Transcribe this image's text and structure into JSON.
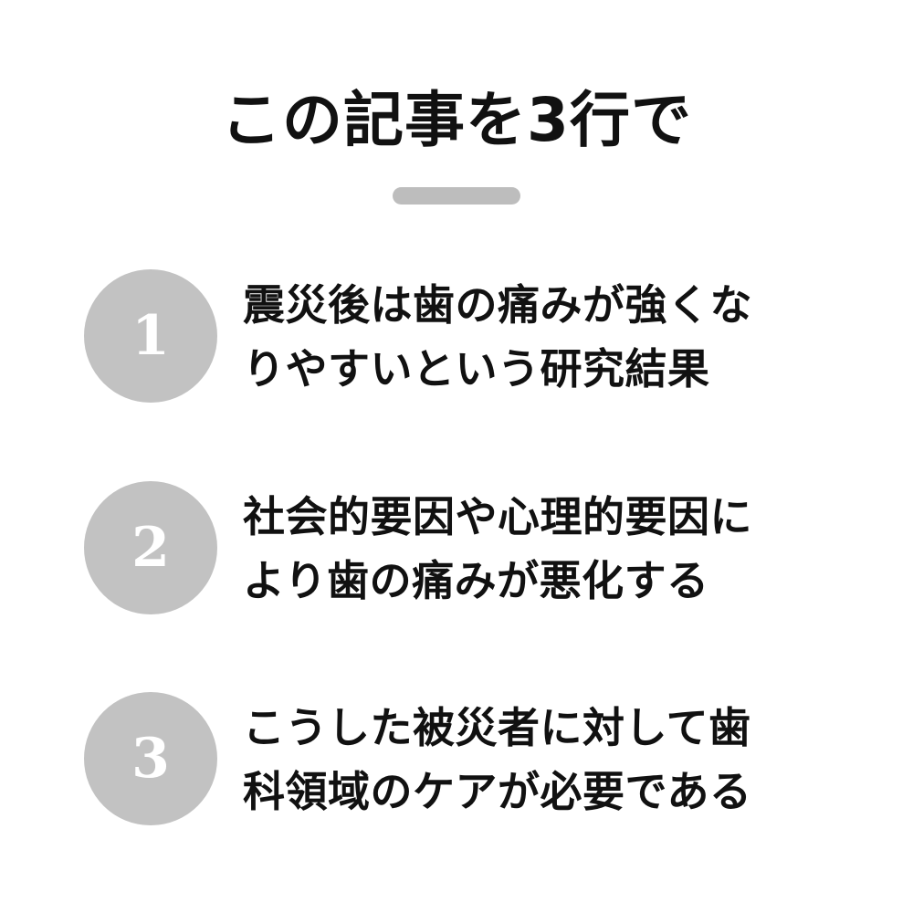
{
  "title": "この記事を3行で",
  "items": [
    {
      "number": "1",
      "lines": [
        "震災後は歯の痛みが強くな",
        "りやすいという研究結果"
      ]
    },
    {
      "number": "2",
      "lines": [
        "社会的要因や心理的要因に",
        "より歯の痛みが悪化する"
      ]
    },
    {
      "number": "3",
      "lines": [
        "こうした被災者に対して歯",
        "科領域のケアが必要である"
      ]
    }
  ],
  "colors": {
    "title": "#111111",
    "divider": "#bdbdbd",
    "badge": "#c2c2c2",
    "badge_text": "#ffffff"
  }
}
